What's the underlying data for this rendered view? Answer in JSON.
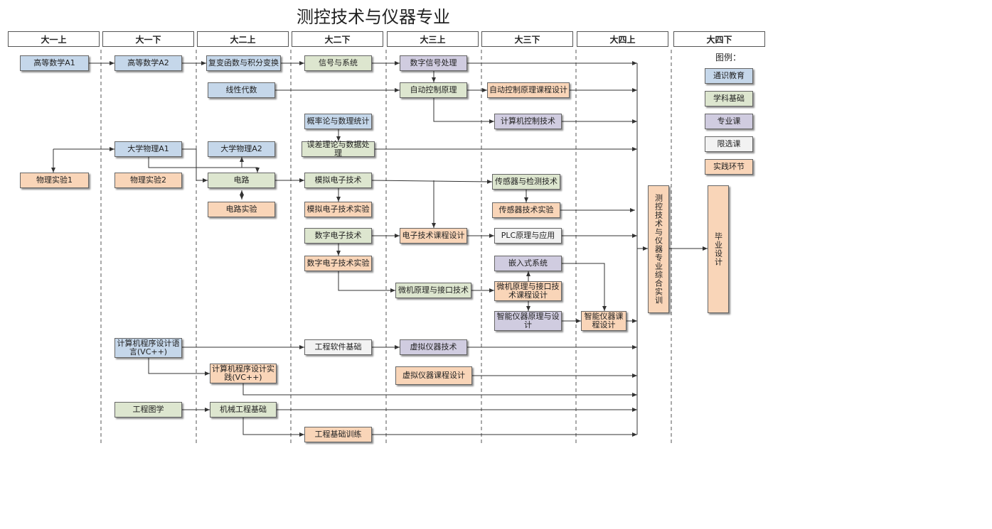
{
  "title": "测控技术与仪器专业",
  "semesters": [
    "大一上",
    "大一下",
    "大二上",
    "大二下",
    "大三上",
    "大三下",
    "大四上",
    "大四下"
  ],
  "legend": {
    "title": "图例：",
    "items": [
      {
        "label": "通识教育",
        "category": "general"
      },
      {
        "label": "学科基础",
        "category": "basic"
      },
      {
        "label": "专业课",
        "category": "major"
      },
      {
        "label": "限选课",
        "category": "elective"
      },
      {
        "label": "实践环节",
        "category": "practice"
      }
    ]
  },
  "colors": {
    "general": "#c5d7ea",
    "basic": "#dde6cf",
    "major": "#d0cce0",
    "elective": "#f2f2f2",
    "practice": "#f9d5b8"
  },
  "courses": {
    "gdsx_a1": {
      "label": "高等数学A1",
      "category": "general"
    },
    "wlsy1": {
      "label": "物理实验1",
      "category": "practice"
    },
    "gdsx_a2": {
      "label": "高等数学A2",
      "category": "general"
    },
    "dxwl_a1": {
      "label": "大学物理A1",
      "category": "general"
    },
    "wlsy2": {
      "label": "物理实验2",
      "category": "practice"
    },
    "vc_lang": {
      "label": "计算机程序设计语言(VC++)",
      "category": "general"
    },
    "gctx": {
      "label": "工程图学",
      "category": "basic"
    },
    "fbhs": {
      "label": "复变函数与积分变换",
      "category": "general"
    },
    "xxds": {
      "label": "线性代数",
      "category": "general"
    },
    "dxwl_a2": {
      "label": "大学物理A2",
      "category": "general"
    },
    "dianlu": {
      "label": "电路",
      "category": "basic"
    },
    "dlsy": {
      "label": "电路实验",
      "category": "practice"
    },
    "vc_prac": {
      "label": "计算机程序设计实践(VC++)",
      "category": "practice"
    },
    "jxgc": {
      "label": "机械工程基础",
      "category": "basic"
    },
    "xhxt": {
      "label": "信号与系统",
      "category": "basic"
    },
    "gll": {
      "label": "概率论与数理统计",
      "category": "general"
    },
    "wcll": {
      "label": "误差理论与数据处理",
      "category": "basic"
    },
    "mndz": {
      "label": "模拟电子技术",
      "category": "basic"
    },
    "mndzsy": {
      "label": "模拟电子技术实验",
      "category": "practice"
    },
    "szdz": {
      "label": "数字电子技术",
      "category": "basic"
    },
    "szdzsy": {
      "label": "数字电子技术实验",
      "category": "practice"
    },
    "gcrj": {
      "label": "工程软件基础",
      "category": "elective"
    },
    "gcjc": {
      "label": "工程基础训练",
      "category": "practice"
    },
    "szxh": {
      "label": "数字信号处理",
      "category": "major"
    },
    "zdkz": {
      "label": "自动控制原理",
      "category": "basic"
    },
    "dzkc": {
      "label": "电子技术课程设计",
      "category": "practice"
    },
    "wjyl": {
      "label": "微机原理与接口技术",
      "category": "basic"
    },
    "xnyq": {
      "label": "虚拟仪器技术",
      "category": "major"
    },
    "xnyqkc": {
      "label": "虚拟仪器课程设计",
      "category": "practice"
    },
    "zdkzkc": {
      "label": "自动控制原理课程设计",
      "category": "practice"
    },
    "jsjkz": {
      "label": "计算机控制技术",
      "category": "major"
    },
    "cgq": {
      "label": "传感器与检测技术",
      "category": "basic"
    },
    "cgqsy": {
      "label": "传感器技术实验",
      "category": "practice"
    },
    "plc": {
      "label": "PLC原理与应用",
      "category": "elective"
    },
    "qrs": {
      "label": "嵌入式系统",
      "category": "major"
    },
    "wjkc": {
      "label": "微机原理与接口技术课程设计",
      "category": "practice"
    },
    "znyq": {
      "label": "智能仪器原理与设计",
      "category": "major"
    },
    "znyqkc": {
      "label": "智能仪器课程设计",
      "category": "practice"
    },
    "zhsx": {
      "label": "测控技术与仪器专业综合实训",
      "category": "practice"
    },
    "bysj": {
      "label": "毕业设计",
      "category": "practice"
    }
  }
}
